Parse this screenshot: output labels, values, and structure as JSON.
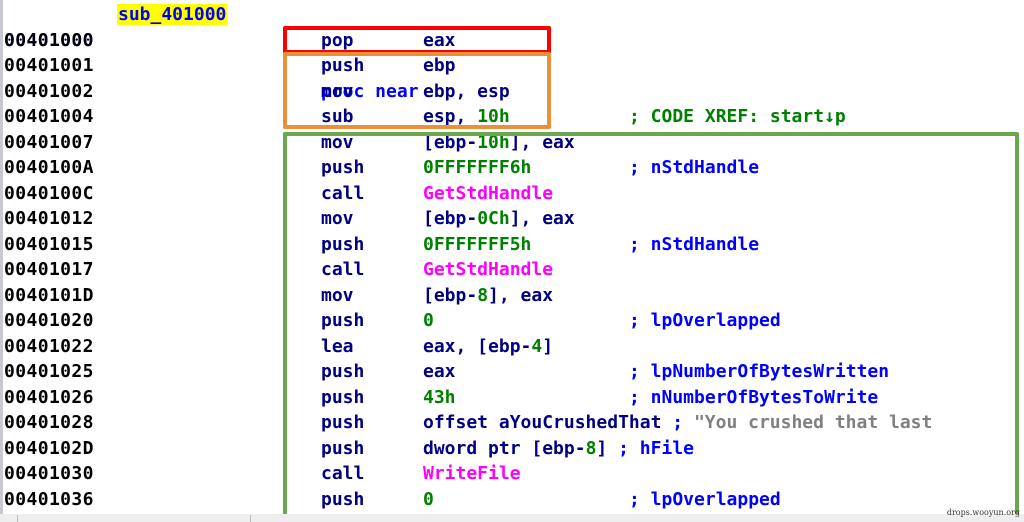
{
  "function": {
    "address": "00401000",
    "name": "sub_401000",
    "directive": "proc near",
    "xref_comment": "; CODE XREF: start↓p"
  },
  "lines": [
    {
      "addr": "00401000",
      "mnem": "pop",
      "op": [
        {
          "t": "eax"
        }
      ],
      "cmt": ""
    },
    {
      "addr": "00401001",
      "mnem": "push",
      "op": [
        {
          "t": "ebp"
        }
      ],
      "cmt": ""
    },
    {
      "addr": "00401002",
      "mnem": "mov",
      "op": [
        {
          "t": "ebp, esp"
        }
      ],
      "cmt": ""
    },
    {
      "addr": "00401004",
      "mnem": "sub",
      "op": [
        {
          "t": "esp, "
        },
        {
          "t": "10h",
          "c": "imm"
        }
      ],
      "cmt": ""
    },
    {
      "addr": "00401007",
      "mnem": "mov",
      "op": [
        {
          "t": "[ebp-"
        },
        {
          "t": "10h",
          "c": "imm"
        },
        {
          "t": "], eax"
        }
      ],
      "cmt": ""
    },
    {
      "addr": "0040100A",
      "mnem": "push",
      "op": [
        {
          "t": "0FFFFFFF6h",
          "c": "imm"
        }
      ],
      "cmt": "; nStdHandle"
    },
    {
      "addr": "0040100C",
      "mnem": "call",
      "op": [
        {
          "t": "GetStdHandle",
          "c": "fn"
        }
      ],
      "cmt": ""
    },
    {
      "addr": "00401012",
      "mnem": "mov",
      "op": [
        {
          "t": "[ebp-"
        },
        {
          "t": "0Ch",
          "c": "imm"
        },
        {
          "t": "], eax"
        }
      ],
      "cmt": ""
    },
    {
      "addr": "00401015",
      "mnem": "push",
      "op": [
        {
          "t": "0FFFFFFF5h",
          "c": "imm"
        }
      ],
      "cmt": "; nStdHandle"
    },
    {
      "addr": "00401017",
      "mnem": "call",
      "op": [
        {
          "t": "GetStdHandle",
          "c": "fn"
        }
      ],
      "cmt": ""
    },
    {
      "addr": "0040101D",
      "mnem": "mov",
      "op": [
        {
          "t": "[ebp-"
        },
        {
          "t": "8",
          "c": "imm"
        },
        {
          "t": "], eax"
        }
      ],
      "cmt": ""
    },
    {
      "addr": "00401020",
      "mnem": "push",
      "op": [
        {
          "t": "0",
          "c": "imm"
        }
      ],
      "cmt": "; lpOverlapped"
    },
    {
      "addr": "00401022",
      "mnem": "lea",
      "op": [
        {
          "t": "eax, [ebp-"
        },
        {
          "t": "4",
          "c": "imm"
        },
        {
          "t": "]"
        }
      ],
      "cmt": ""
    },
    {
      "addr": "00401025",
      "mnem": "push",
      "op": [
        {
          "t": "eax"
        }
      ],
      "cmt": "; lpNumberOfBytesWritten"
    },
    {
      "addr": "00401026",
      "mnem": "push",
      "op": [
        {
          "t": "43h",
          "c": "imm"
        }
      ],
      "cmt": "; nNumberOfBytesToWrite"
    },
    {
      "addr": "00401028",
      "mnem": "push",
      "op": [
        {
          "t": "offset aYouCrushedThat "
        },
        {
          "t": "; ",
          "c": "cmtinline"
        },
        {
          "t": "\"You crushed that last",
          "c": "str"
        }
      ],
      "cmt": ""
    },
    {
      "addr": "0040102D",
      "mnem": "push",
      "op": [
        {
          "t": "dword ptr [ebp-"
        },
        {
          "t": "8",
          "c": "imm"
        },
        {
          "t": "] "
        },
        {
          "t": "; hFile",
          "c": "cmtinline"
        }
      ],
      "cmt": ""
    },
    {
      "addr": "00401030",
      "mnem": "call",
      "op": [
        {
          "t": "WriteFile",
          "c": "fn"
        }
      ],
      "cmt": ""
    },
    {
      "addr": "00401036",
      "mnem": "push",
      "op": [
        {
          "t": "0",
          "c": "imm"
        }
      ],
      "cmt": "; lpOverlapped"
    }
  ],
  "watermark": "drops.wooyun.org",
  "colors": {
    "address": "#000000",
    "label_bg": "#ffff00",
    "label_fg": "#0000ff",
    "instruction": "#000080",
    "immediate": "#008000",
    "function_call": "#ff00ff",
    "comment": "#0000ff",
    "string": "#808080",
    "highlight_red": "#ff0000",
    "highlight_orange": "#e8903a",
    "highlight_green": "#6aa84f"
  }
}
